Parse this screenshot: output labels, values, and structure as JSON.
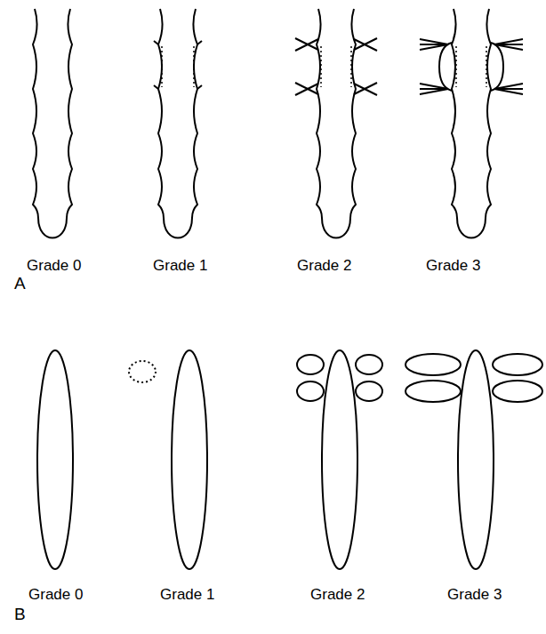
{
  "diagram": {
    "labels": [
      "Grade 0",
      "Grade 1",
      "Grade 2",
      "Grade 3",
      "A",
      "Grade 0",
      "Grade 1",
      "Grade 2",
      "Grade 3",
      "B"
    ]
  }
}
